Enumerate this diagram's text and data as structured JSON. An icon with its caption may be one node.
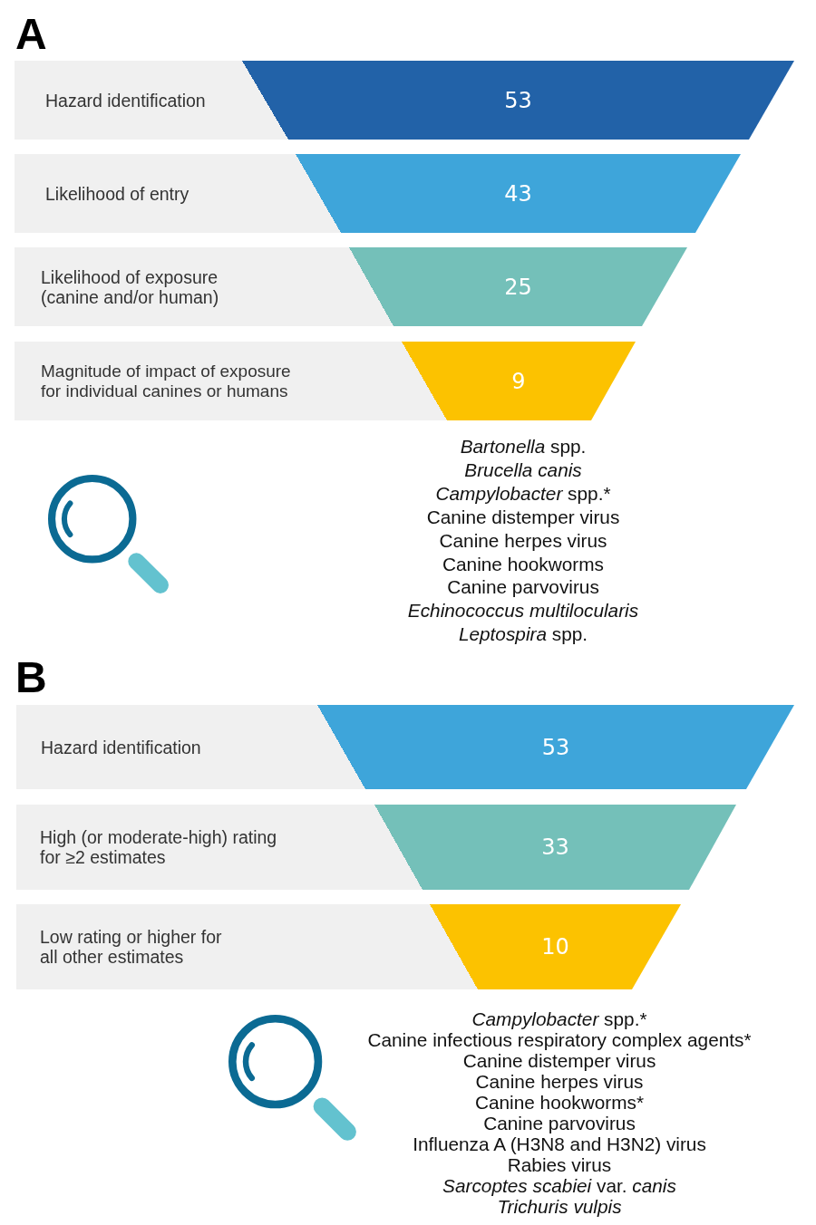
{
  "diagram": {
    "nodes": [
      {
        "text": [
          "Hazard identification"
        ]
      },
      {
        "text": [
          "53"
        ]
      },
      {
        "text": [
          "Likelihood of entry"
        ]
      },
      {
        "text": [
          "43"
        ]
      },
      {
        "text": [
          "Likelihood of exposure (canine and/or human)"
        ]
      },
      {
        "text": [
          "25"
        ]
      },
      {
        "text": [
          "Magnitude of impact of exposure for individual canines or humans"
        ]
      },
      {
        "text": [
          "9"
        ],
        "beside": [
          "*Bartonella* spp.",
          "Brucella canis",
          "*Campylobacter* spp.*",
          "Canine distemper virus",
          "Canine herpes virus",
          "Canine hookworms",
          "Canine parvovirus",
          "Echinococcus multilocularis",
          "*Leptospira* spp."
        ]
      },
      {
        "text": [
          "Hazard identification"
        ]
      },
      {
        "text": [
          "53"
        ]
      },
      {
        "text": [
          "High (or moderate-high) rating for ≥2 estimates"
        ]
      },
      {
        "text": [
          "33"
        ]
      },
      {
        "text": [
          "Low rating or higher for all other estimates"
        ]
      },
      {
        "text": [
          "10"
        ],
        "beside": [
          "*Campylobacter* spp.*",
          "Canine infectious respiratory complex agents*",
          "Canine distemper virus",
          "Canine herpes virus",
          "Canine hookworms*",
          "Canine parvovirus",
          "Influenza A (H3N8 and H3N2) virus",
          "Rabies virus",
          "*Sarcoptes scabiei* var. *canis*",
          "Trichuris vulpis"
        ]
      }
    ],
    "labels": [
      "A",
      "B"
    ]
  }
}
